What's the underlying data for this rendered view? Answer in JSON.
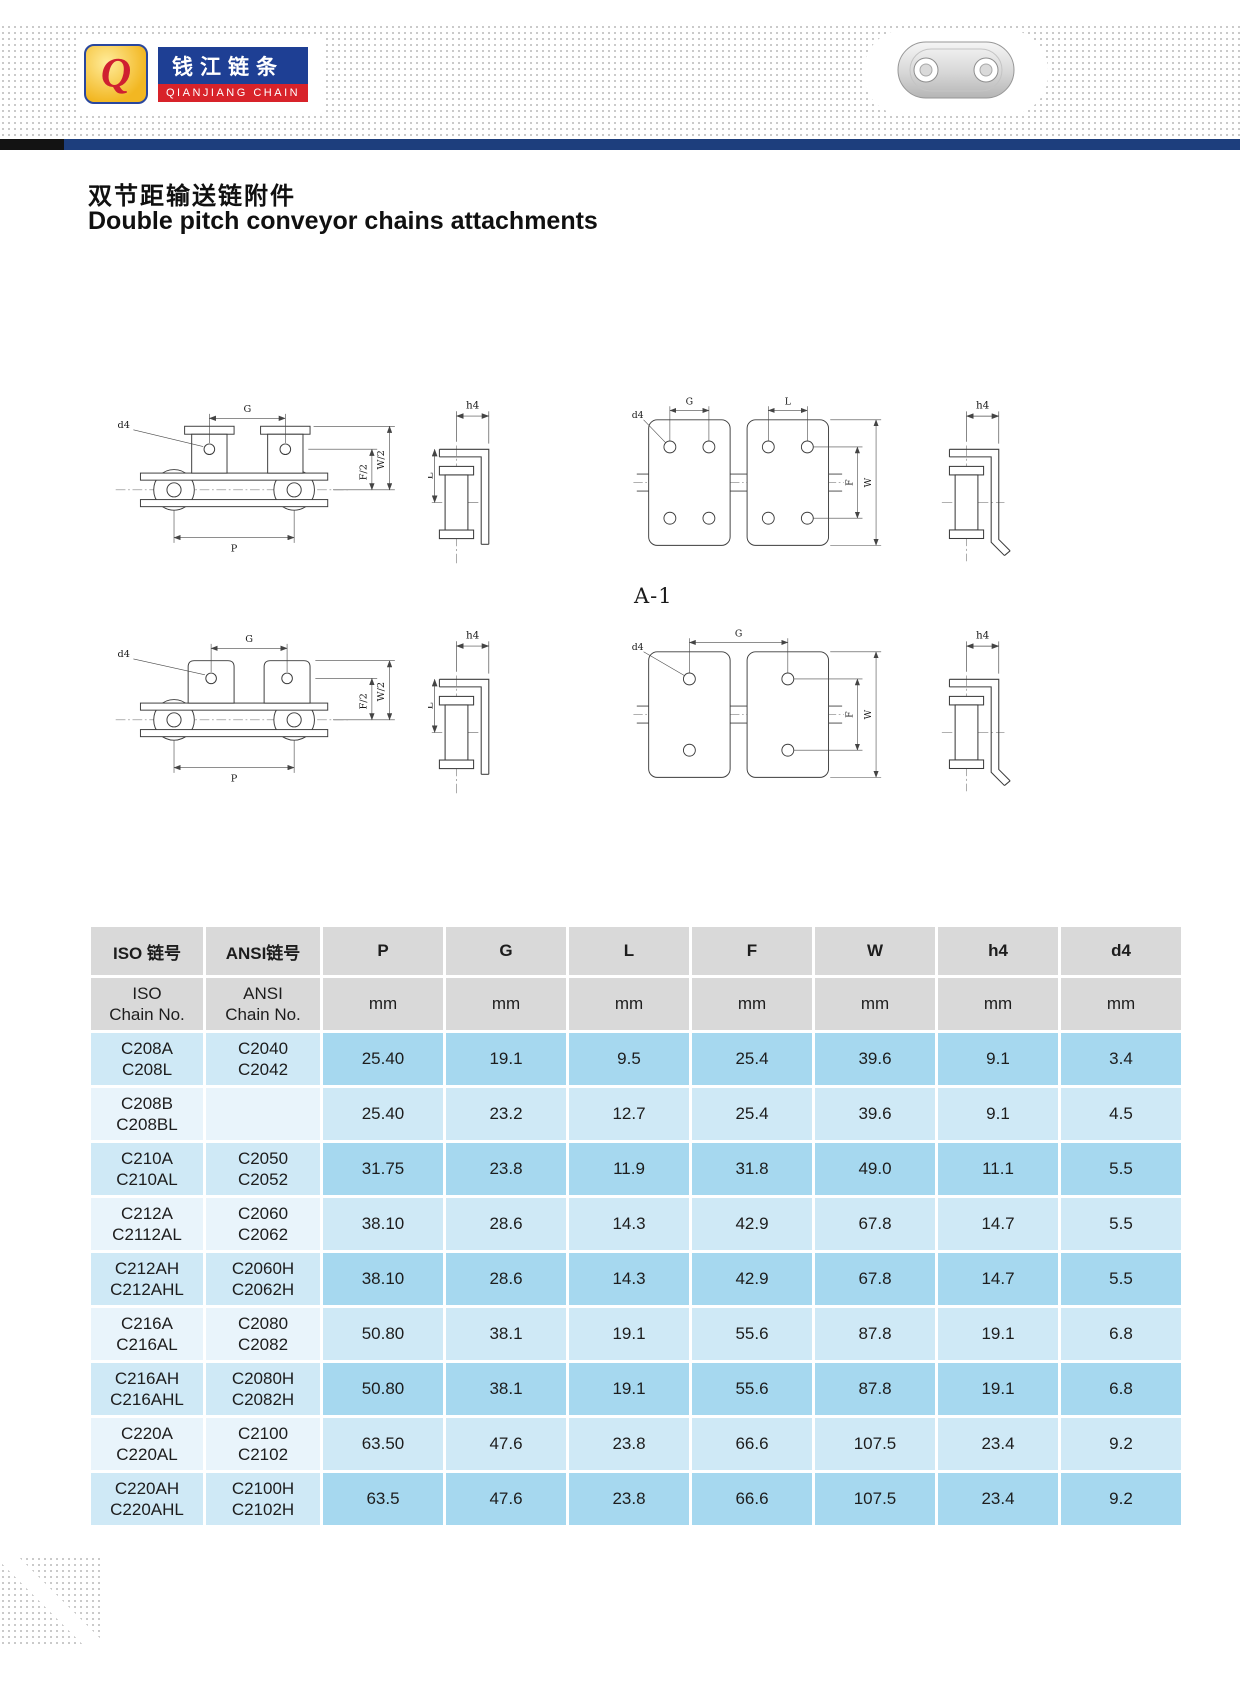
{
  "brand": {
    "monogram": "Q",
    "name_cn": "钱江链条",
    "name_en": "QIANJIANG CHAIN"
  },
  "titles": {
    "cn": "双节距输送链附件",
    "en": "Double pitch conveyor chains attachments"
  },
  "drawings": {
    "figure_label": "A-1",
    "labels": {
      "d4": "d4",
      "G": "G",
      "P": "P",
      "F_half": "F/2",
      "W_half": "W/2",
      "h4": "h4",
      "L": "L",
      "F": "F",
      "W": "W"
    }
  },
  "colors": {
    "bar_navy": "#1d3e7d",
    "header_gray": "#d9d9d9",
    "row_blue_dark": "#a6d8ef",
    "row_blue_light": "#cfe9f6",
    "logo_blue": "#1e3f94",
    "logo_red": "#d8232a",
    "logo_yellow": "#f2b722"
  },
  "table": {
    "header": {
      "col_iso_cn": "ISO 链号",
      "col_ansi_cn": "ANSI链号",
      "col_iso_en1": "ISO",
      "col_iso_en2": "Chain No.",
      "col_ansi_en1": "ANSI",
      "col_ansi_en2": "Chain No.",
      "dims": [
        "P",
        "G",
        "L",
        "F",
        "W",
        "h4",
        "d4"
      ],
      "unit": "mm"
    },
    "rows": [
      {
        "iso1": "C208A",
        "iso2": "C208L",
        "ansi1": "C2040",
        "ansi2": "C2042",
        "v": [
          "25.40",
          "19.1",
          "9.5",
          "25.4",
          "39.6",
          "9.1",
          "3.4"
        ]
      },
      {
        "iso1": "C208B",
        "iso2": "C208BL",
        "ansi1": "",
        "ansi2": "",
        "v": [
          "25.40",
          "23.2",
          "12.7",
          "25.4",
          "39.6",
          "9.1",
          "4.5"
        ]
      },
      {
        "iso1": "C210A",
        "iso2": "C210AL",
        "ansi1": "C2050",
        "ansi2": "C2052",
        "v": [
          "31.75",
          "23.8",
          "11.9",
          "31.8",
          "49.0",
          "11.1",
          "5.5"
        ]
      },
      {
        "iso1": "C212A",
        "iso2": "C2112AL",
        "ansi1": "C2060",
        "ansi2": "C2062",
        "v": [
          "38.10",
          "28.6",
          "14.3",
          "42.9",
          "67.8",
          "14.7",
          "5.5"
        ]
      },
      {
        "iso1": "C212AH",
        "iso2": "C212AHL",
        "ansi1": "C2060H",
        "ansi2": "C2062H",
        "v": [
          "38.10",
          "28.6",
          "14.3",
          "42.9",
          "67.8",
          "14.7",
          "5.5"
        ]
      },
      {
        "iso1": "C216A",
        "iso2": "C216AL",
        "ansi1": "C2080",
        "ansi2": "C2082",
        "v": [
          "50.80",
          "38.1",
          "19.1",
          "55.6",
          "87.8",
          "19.1",
          "6.8"
        ]
      },
      {
        "iso1": "C216AH",
        "iso2": "C216AHL",
        "ansi1": "C2080H",
        "ansi2": "C2082H",
        "v": [
          "50.80",
          "38.1",
          "19.1",
          "55.6",
          "87.8",
          "19.1",
          "6.8"
        ]
      },
      {
        "iso1": "C220A",
        "iso2": "C220AL",
        "ansi1": "C2100",
        "ansi2": "C2102",
        "v": [
          "63.50",
          "47.6",
          "23.8",
          "66.6",
          "107.5",
          "23.4",
          "9.2"
        ]
      },
      {
        "iso1": "C220AH",
        "iso2": "C220AHL",
        "ansi1": "C2100H",
        "ansi2": "C2102H",
        "v": [
          "63.5",
          "47.6",
          "23.8",
          "66.6",
          "107.5",
          "23.4",
          "9.2"
        ]
      }
    ]
  }
}
